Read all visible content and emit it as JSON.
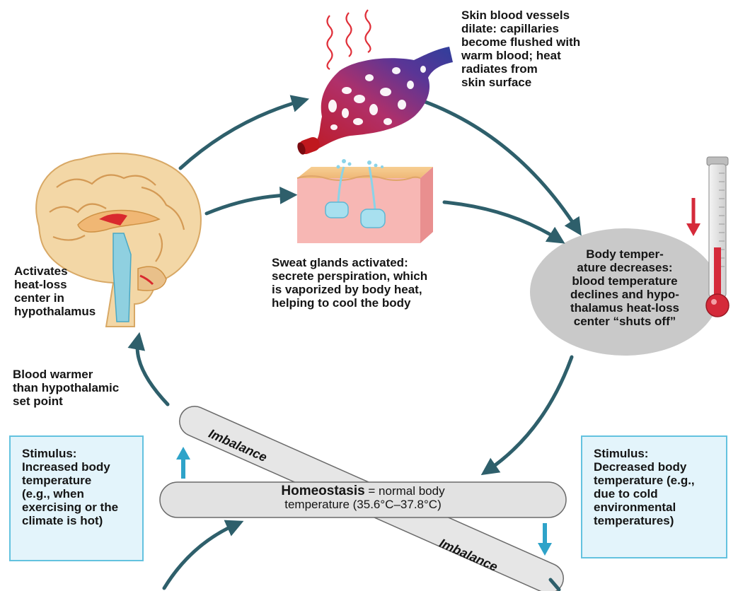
{
  "labels": {
    "vessels": "Skin blood vessels\ndilate: capillaries\nbecome flushed with\nwarm blood; heat\nradiates from\nskin surface",
    "sweat": "Sweat glands activated:\nsecrete perspiration, which\nis vaporized by body heat,\nhelping to cool the body",
    "body_temp": "Body temper-\nature decreases:\nblood temperature\ndeclines and hypo-\nthalamus heat-loss\ncenter “shuts off”",
    "activates": "Activates\nheat-loss\ncenter in\nhypothalamus",
    "blood_warmer": "Blood warmer\nthan hypothalamic\nset point"
  },
  "stimulus_left": "Stimulus:\nIncreased body\ntemperature\n(e.g., when\nexercising or the\nclimate is hot)",
  "stimulus_right": "Stimulus:\nDecreased body\ntemperature (e.g.,\ndue to cold\nenvironmental\ntemperatures)",
  "homeostasis": {
    "keyword": "Homeostasis",
    "rest": " = normal body",
    "line2": "temperature (35.6°C–37.8°C)"
  },
  "imbalance_upper": "Imbalance",
  "imbalance_lower": "Imbalance",
  "colors": {
    "arrow": "#2e5f6b",
    "stimulus_arrow": "#2ea3c9",
    "box_border": "#63c2df",
    "box_fill": "#e3f4fb",
    "bar_fill": "#e4e4e4",
    "ellipse_fill": "#c9c9c9",
    "thermo_red": "#d52a3a"
  },
  "icons": [
    "brain-illustration",
    "blood-vessel-illustration",
    "skin-sweat-gland-illustration",
    "thermometer-icon",
    "heat-wave-icon"
  ]
}
